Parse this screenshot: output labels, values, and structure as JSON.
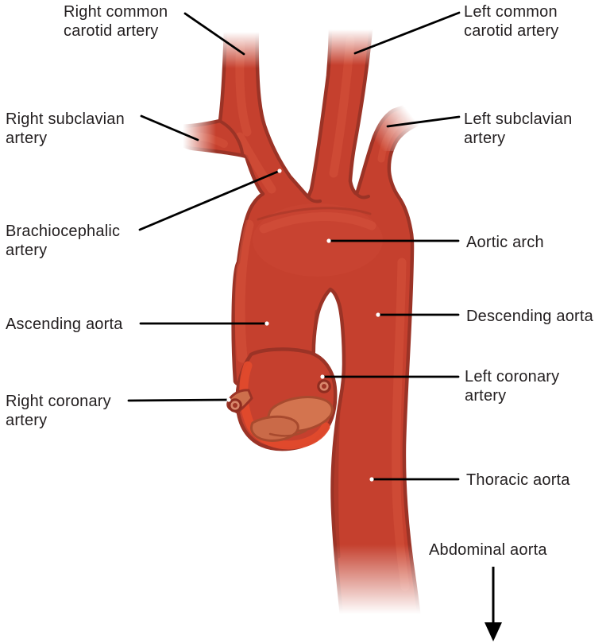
{
  "diagram": {
    "labels": {
      "right_common_carotid": "Right common\ncarotid artery",
      "left_common_carotid": "Left common\ncarotid artery",
      "right_subclavian": "Right subclavian\nartery",
      "left_subclavian": "Left subclavian\nartery",
      "brachiocephalic": "Brachiocephalic\nartery",
      "aortic_arch": "Aortic arch",
      "ascending_aorta": "Ascending aorta",
      "descending_aorta": "Descending aorta",
      "right_coronary": "Right coronary\nartery",
      "left_coronary": "Left coronary\nartery",
      "thoracic_aorta": "Thoracic aorta",
      "abdominal_aorta": "Abdominal aorta"
    },
    "colors": {
      "artery_main": "#c5402e",
      "artery_outline": "#9b3326",
      "artery_highlight": "#d5523c",
      "artery_dark_shade": "#a03526",
      "artery_inner_bright": "#e14a2c",
      "valve_leaflet": "#d3744f",
      "valve_leaflet_dark": "#a84a2e",
      "coronary_opening": "#d8876b",
      "label_text": "#231f20",
      "leader_line": "#000000",
      "background": "#ffffff"
    }
  }
}
